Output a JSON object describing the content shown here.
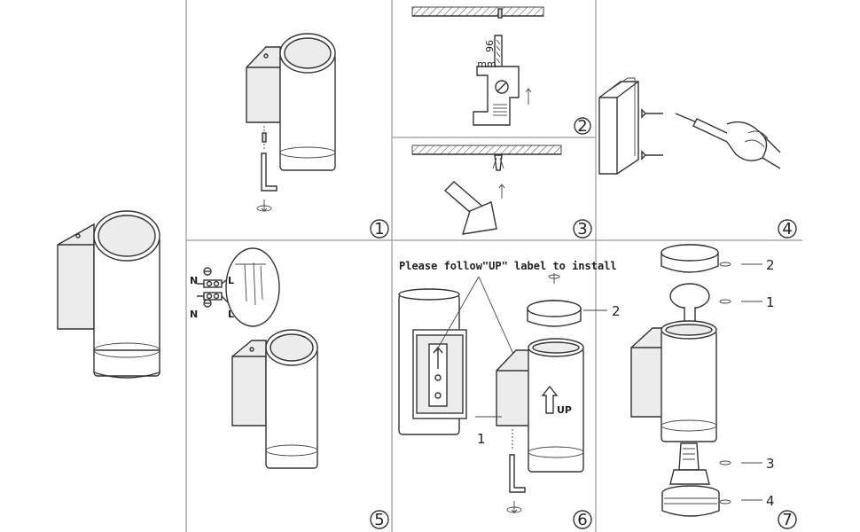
{
  "steps": {
    "s1": "1",
    "s2": "2",
    "s3": "3",
    "s4": "4",
    "s5": "5",
    "s6": "6",
    "s7": "7"
  },
  "step2": {
    "drill_label": "96",
    "depth_label": "mm"
  },
  "step5": {
    "n_top": "N",
    "l_top": "L",
    "n_bottom": "N",
    "l_bottom": "L"
  },
  "step6": {
    "note": "Please follow\"UP\" label to install",
    "callout_2": "2",
    "callout_1": "1",
    "up_label": "UP"
  },
  "step7": {
    "callout_2": "2",
    "callout_1": "1",
    "callout_3": "3",
    "callout_4": "4"
  }
}
